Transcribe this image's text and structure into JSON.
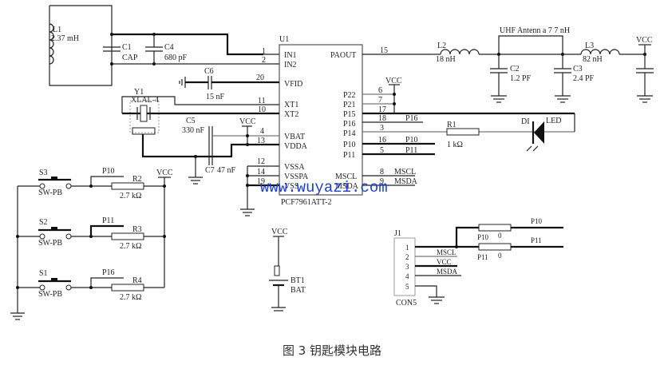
{
  "figure": {
    "caption": "图 3  钥匙模块电路",
    "watermark": "www.wuyazi.com"
  },
  "ic": {
    "ref": "U1",
    "part": "PCF7961ATT-2",
    "left_pins": [
      {
        "num": "1",
        "name": "IN1"
      },
      {
        "num": "2",
        "name": "IN2"
      },
      {
        "num": "20",
        "name": "VFID"
      },
      {
        "num": "11",
        "name": "XT1"
      },
      {
        "num": "10",
        "name": "XT2"
      },
      {
        "num": "4",
        "name": "VBAT"
      },
      {
        "num": "13",
        "name": "VDDA"
      },
      {
        "num": "12",
        "name": "VSSA"
      },
      {
        "num": "14",
        "name": "VSSPA"
      },
      {
        "num": "19",
        "name": "VSS"
      }
    ],
    "right_pins": [
      {
        "num": "15",
        "name": "PAOUT"
      },
      {
        "num": "6",
        "name": "P22"
      },
      {
        "num": "7",
        "name": "P21"
      },
      {
        "num": "17",
        "name": "P15"
      },
      {
        "num": "18",
        "name": "P16"
      },
      {
        "num": "3",
        "name": "P14"
      },
      {
        "num": "16",
        "name": "P10"
      },
      {
        "num": "5",
        "name": "P11"
      },
      {
        "num": "8",
        "name": "MSCL"
      },
      {
        "num": "9",
        "name": "MSDA"
      }
    ],
    "net_labels": {
      "p16": "P16",
      "p10": "P10",
      "p11": "P11",
      "mscl": "MSCL",
      "msda": "MSDA",
      "vcc": "VCC"
    }
  },
  "components": {
    "L1": {
      "ref": "L1",
      "value": "2.37 mH"
    },
    "C1": {
      "ref": "C1",
      "value": "CAP"
    },
    "C4": {
      "ref": "C4",
      "value": "680  pF"
    },
    "C6": {
      "ref": "C6",
      "value": "15 nF"
    },
    "Y1": {
      "ref": "Y1",
      "value": "XLAL-4"
    },
    "C5": {
      "ref": "C5",
      "value": "330 nF"
    },
    "C7": {
      "ref": "C7",
      "value": "47 nF"
    },
    "L2": {
      "ref": "L2",
      "value": "18 nH"
    },
    "C2": {
      "ref": "C2",
      "value": "1.2 PF"
    },
    "C3": {
      "ref": "C3",
      "value": "2.4 PF"
    },
    "L3": {
      "ref": "L3",
      "value": "82 nH"
    },
    "antenna": {
      "label": "UHF Antenn a 7 7 nH"
    },
    "R1": {
      "ref": "R1",
      "value": "1 kΩ"
    },
    "D1": {
      "ref": "DI",
      "value": "LED"
    },
    "BT1": {
      "ref": "BT1",
      "value": "BAT"
    },
    "J1": {
      "ref": "J1",
      "value": "CON5",
      "pins": [
        "1",
        "2",
        "3",
        "4",
        "5"
      ],
      "nets": [
        "MSCL",
        "VCC",
        "MSDA"
      ]
    },
    "R_P10": {
      "ref": "P10",
      "value": "0",
      "net": "P10"
    },
    "R_P11": {
      "ref": "P11",
      "value": "0",
      "net": "P11"
    },
    "vcc": "VCC"
  },
  "switches": [
    {
      "ref": "S3",
      "type": "SW-PB",
      "net": "P10",
      "res_ref": "R2",
      "res_value": "2.7 kΩ"
    },
    {
      "ref": "S2",
      "type": "SW-PB",
      "net": "P11",
      "res_ref": "R3",
      "res_value": "2.7 kΩ"
    },
    {
      "ref": "S1",
      "type": "SW-PB",
      "net": "P16",
      "res_ref": "R4",
      "res_value": "2.7 kΩ"
    }
  ]
}
